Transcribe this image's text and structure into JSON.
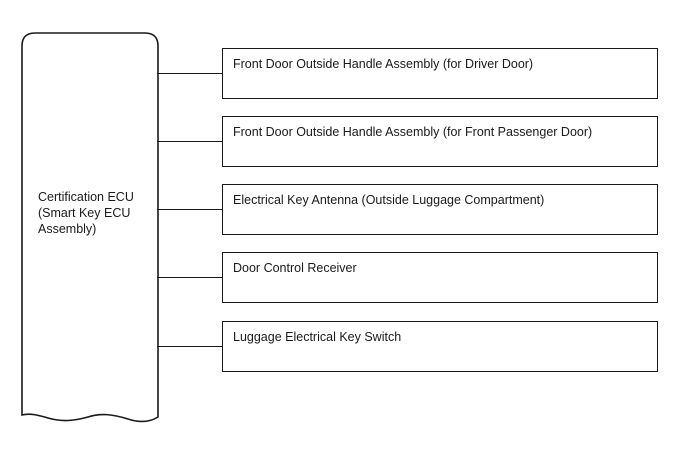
{
  "ecu": {
    "label": "Certification ECU\n(Smart Key ECU\nAssembly)"
  },
  "components": [
    {
      "label": "Front Door Outside Handle Assembly (for Driver Door)"
    },
    {
      "label": "Front Door Outside Handle Assembly (for Front Passenger Door)"
    },
    {
      "label": "Electrical Key Antenna (Outside Luggage Compartment)"
    },
    {
      "label": "Door Control Receiver"
    },
    {
      "label": "Luggage Electrical Key Switch"
    }
  ],
  "colors": {
    "line": "#1a1a1a",
    "background": "#ffffff"
  }
}
